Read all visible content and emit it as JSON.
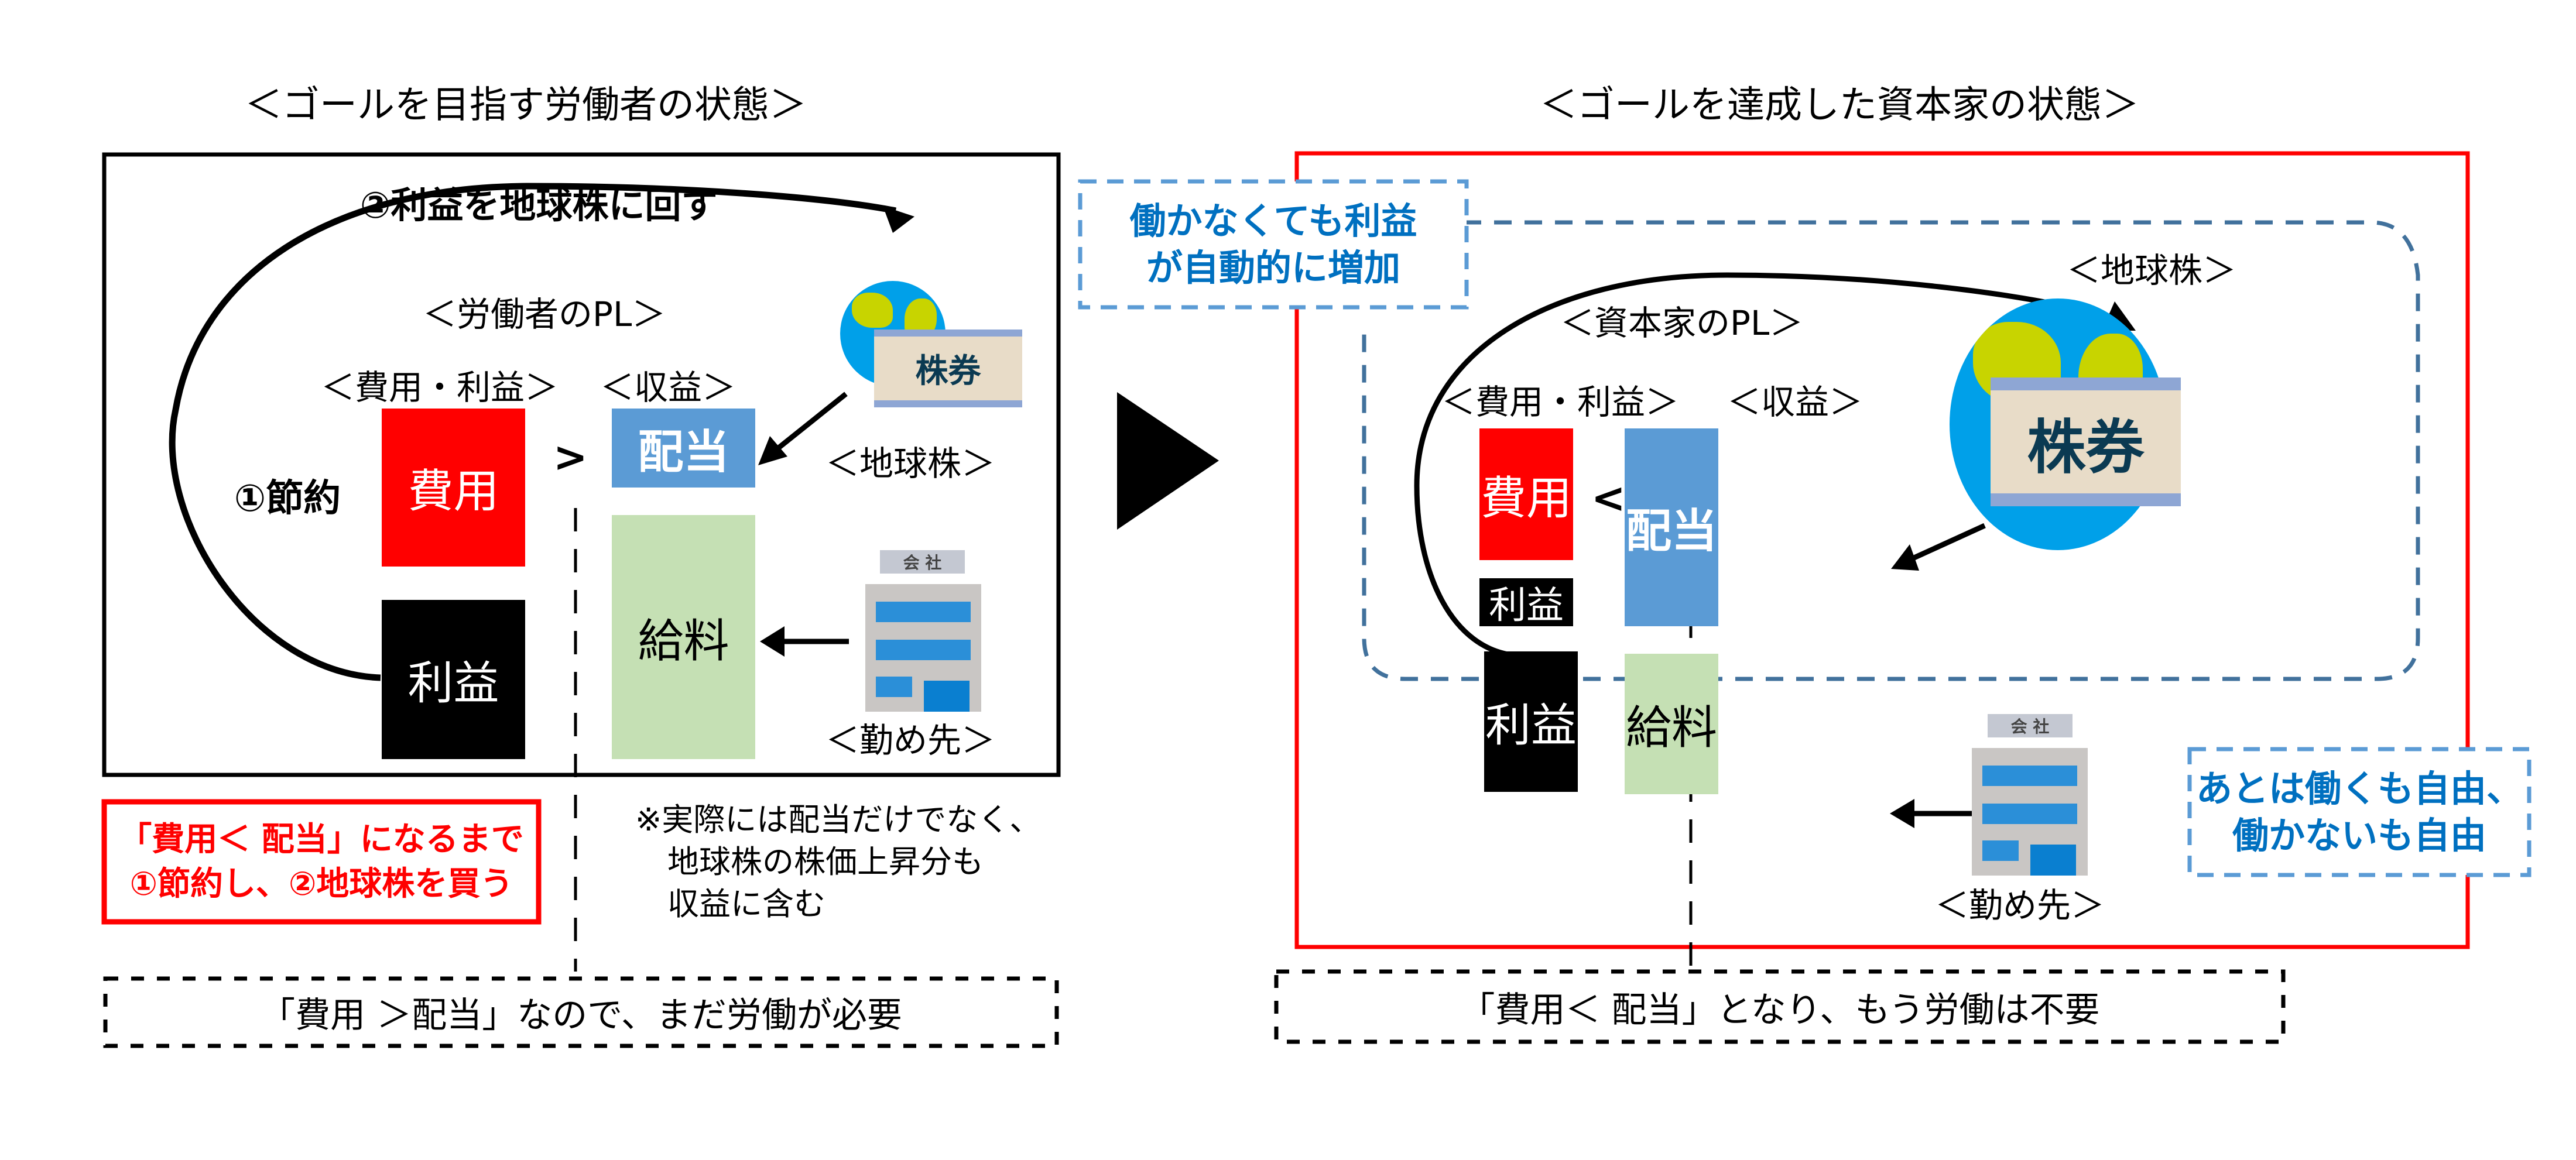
{
  "left_panel": {
    "title": "＜ゴールを目指す労働者の状態＞",
    "loop_label": "②利益を地球株に回す",
    "pl_title": "＜労働者のPL＞",
    "col_cost_header": "＜費用・利益＞",
    "col_revenue_header": "＜収益＞",
    "cost_block": "費用",
    "profit_block": "利益",
    "dividend_block": "配当",
    "salary_block": "給料",
    "comparison_symbol": ">",
    "saving_label": "①節約",
    "globe_stock_label": "＜地球株＞",
    "employer_label": "＜勤め先＞",
    "stock_certificate_text": "株券",
    "company_sign_text": "会 社",
    "red_note_lines": [
      "「費用＜ 配当」になるまで",
      "①節約し、②地球株を買う"
    ],
    "footnote_lines": [
      "※実際には配当だけでなく、",
      "地球株の株価上昇分も",
      "収益に含む"
    ],
    "caption": "「費用 ＞配当」なので、まだ労働が必要"
  },
  "transition_arrow": "right-triangle-icon",
  "right_panel": {
    "title": "＜ゴールを達成した資本家の状態＞",
    "pl_title": "＜資本家のPL＞",
    "col_cost_header": "＜費用・利益＞",
    "col_revenue_header": "＜収益＞",
    "cost_block": "費用",
    "profit_small_block": "利益",
    "profit_large_block": "利益",
    "dividend_block": "配当",
    "salary_block": "給料",
    "comparison_symbol": "<",
    "globe_stock_label": "＜地球株＞",
    "employer_label": "＜勤め先＞",
    "stock_certificate_text": "株券",
    "company_sign_text": "会 社",
    "auto_profit_note_lines": [
      "働かなくても利益",
      "が自動的に増加"
    ],
    "freedom_note_lines": [
      "あとは働くも自由、",
      "働かないも自由"
    ],
    "caption": "「費用＜ 配当」となり、もう労働は不要"
  },
  "colors": {
    "cost": "#ff0000",
    "profit": "#000000",
    "dividend": "#5b9bd5",
    "salary": "#c5e0b4",
    "goal_frame": "#ff0000",
    "note_blue": "#0070c0",
    "dashed_blue": "#5b9bd5",
    "dashed_steel": "#41719c"
  }
}
